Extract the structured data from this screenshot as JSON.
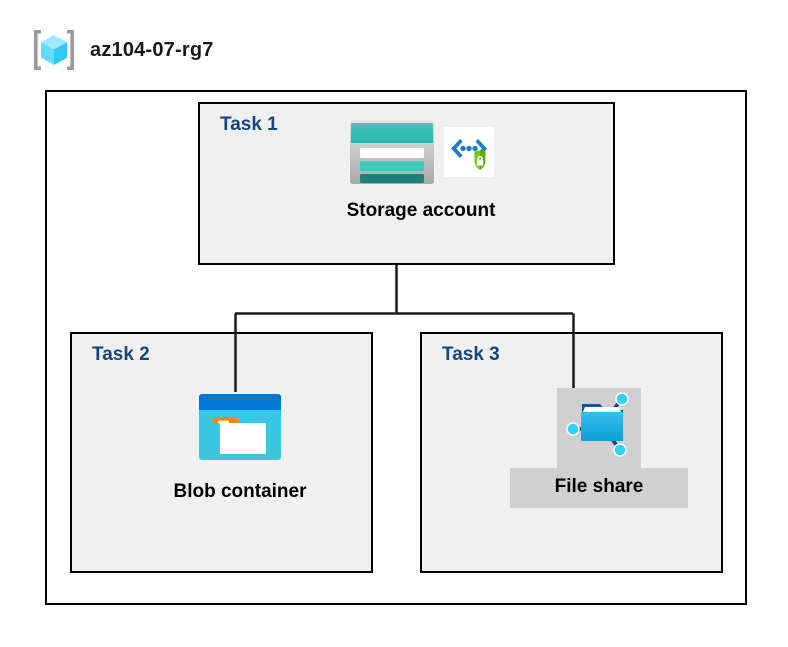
{
  "resource_group": {
    "name": "az104-07-rg7",
    "icon": "resource-group-cube-icon"
  },
  "tasks": [
    {
      "id": "task-1",
      "label": "Task 1",
      "node": {
        "caption": "Storage account",
        "icons": [
          "storage-account-icon",
          "secure-endpoint-shield-icon"
        ],
        "highlighted": false
      }
    },
    {
      "id": "task-2",
      "label": "Task 2",
      "node": {
        "caption": "Blob container",
        "icons": [
          "blob-container-icon"
        ],
        "highlighted": false
      }
    },
    {
      "id": "task-3",
      "label": "Task 3",
      "node": {
        "caption": "File share",
        "icons": [
          "file-share-folder-icon"
        ],
        "highlighted": true
      }
    }
  ],
  "connections": [
    {
      "from": "Storage account",
      "to": "Blob container"
    },
    {
      "from": "Storage account",
      "to": "File share"
    }
  ],
  "colors": {
    "task_label": "#14477d",
    "caption": "#000000",
    "box_fill": "#f0f0f0",
    "box_border": "#000000",
    "boundary_fill": "#ffffff",
    "highlight": "#d0d0d0",
    "storage_teal": "#36bfb4",
    "storage_teal_dark": "#2a8a82",
    "blob_blue": "#0078d4",
    "blob_cyan": "#32c8f0",
    "folder_accent": "#f2861e",
    "shield_green": "#57a300",
    "bracket_blue": "#1e7bc8",
    "cube_cyan": "#50e6ff",
    "bracket_gray": "#a0a0a0",
    "connector": "#1a1a1a"
  }
}
